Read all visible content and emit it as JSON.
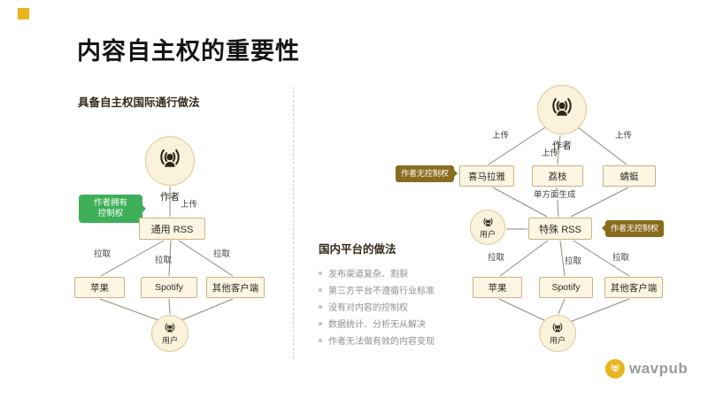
{
  "slide": {
    "title": "内容自主权的重要性"
  },
  "colors": {
    "accent": "#E9B41C",
    "bubble_green": "#3CAF58",
    "tag_brown": "#8A6C1F",
    "node_fill": "#FBF2DC",
    "node_border": "#DCC897",
    "line": "#8E8A7A"
  },
  "icons": {
    "node_icon": "podcaster-icon",
    "logo_icon": "podcaster-icon"
  },
  "left": {
    "heading": "具备自主权国际通行做法",
    "author_label": "作者",
    "bubble": {
      "line1": "作者拥有",
      "line2": "控制权"
    },
    "upload_label": "上传",
    "rss_label": "通用 RSS",
    "pull_labels": [
      "拉取",
      "拉取",
      "拉取"
    ],
    "clients": [
      "苹果",
      "Spotify",
      "其他客户端"
    ],
    "user_label": "用户"
  },
  "right": {
    "author_label": "作者",
    "upload_labels": [
      "上传",
      "上传",
      "上传"
    ],
    "tag_left": "作者无控制权",
    "platforms": [
      "喜马拉雅",
      "荔枝",
      "蜻蜓"
    ],
    "unilateral_label": "单方面生成",
    "mid_user_label": "用户",
    "rss_label": "特殊 RSS",
    "tag_right": "作者无控制权",
    "pull_labels": [
      "拉取",
      "拉取",
      "拉取"
    ],
    "clients": [
      "苹果",
      "Spotify",
      "其他客户端"
    ],
    "user_label": "用户",
    "panel": {
      "heading": "国内平台的做法",
      "bullets": [
        "发布渠道复杂、割裂",
        "第三方平台不遵循行业标准",
        "没有对内容的控制权",
        "数据统计、分析无从解决",
        "作者无法做有效的内容变现"
      ]
    }
  },
  "logo": {
    "text": "wavpub"
  }
}
